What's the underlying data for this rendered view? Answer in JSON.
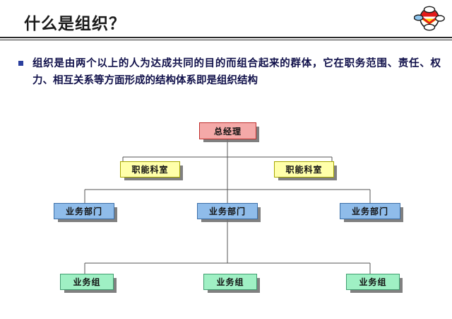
{
  "slide": {
    "title": "什么是组织？",
    "logo_name": "company-logo",
    "body_paragraph": "组织是由两个以上的人为达成共同的目的而组合起来的群体，它在职务范围、责任、权力、相互关系等方面形成的结构体系即是组织结构"
  },
  "org_chart": {
    "nodes": {
      "ceo": "总经理",
      "func_left": "职能科室",
      "func_right": "职能科室",
      "dept_left": "业务部门",
      "dept_center": "业务部门",
      "dept_right": "业务部门",
      "team_left": "业务组",
      "team_center": "业务组",
      "team_right": "业务组"
    },
    "colors": {
      "ceo_fill": "#f4a9a8",
      "ceo_border": "#c0302e",
      "func_fill": "#ffffaa",
      "func_border": "#a6a600",
      "dept_fill": "#8fbcea",
      "dept_border": "#3b6fa8",
      "team_fill": "#9ff0c4",
      "team_border": "#3f9e70",
      "connector": "#555555",
      "shadow": "#6e6e6e"
    }
  }
}
